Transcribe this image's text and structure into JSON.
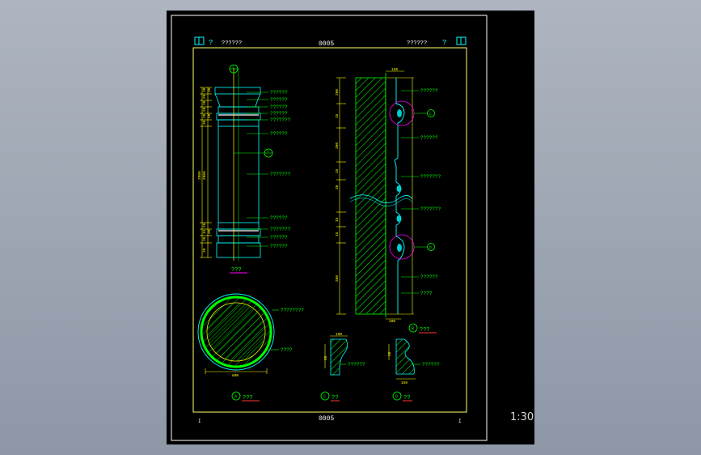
{
  "drawing": {
    "sheet_code": "0005",
    "header_left": "??????",
    "header_right": "??????",
    "header_q": "?",
    "scale": "1:30",
    "page_mark_left": "I",
    "page_mark_right": "I",
    "colors": {
      "sheet": "#000000",
      "border": "#ffffff",
      "frame": "#ffff66",
      "outline": "#00ffff",
      "dims": "#ffff00",
      "labels": "#00ff00",
      "hatch": "#00ff00",
      "markers": "#ff00ff",
      "underline": "#ff3333"
    }
  },
  "column_elevation": {
    "title": "???",
    "marker_1": "1",
    "marker_2": "2",
    "dims": [
      "30",
      "20",
      "30",
      "20",
      "20",
      "30",
      "30",
      "20",
      "2000",
      "2800",
      "20",
      "15",
      "30",
      "20",
      "38"
    ],
    "labels": [
      "??????",
      "??????",
      "??????",
      "??????",
      "???????",
      "??????",
      "???????",
      "??????",
      "???????",
      "??????",
      "??????"
    ]
  },
  "wall_section": {
    "title": "???",
    "marker": "B",
    "top_dim": "150",
    "bottom_dim": "200",
    "detail_marker_1": "C",
    "detail_marker_2": "D",
    "dims": [
      "200",
      "15",
      "300",
      "15",
      "30",
      "15",
      "15",
      "300"
    ],
    "labels": [
      "??????",
      "??????",
      "???????",
      "???????",
      "??????",
      "????"
    ]
  },
  "plan_section": {
    "title": "???",
    "marker": "A",
    "dim": "800",
    "labels": [
      "????????",
      "????"
    ]
  },
  "detail_c": {
    "title": "??",
    "marker": "C",
    "dim_top": "100",
    "dim_side": "80",
    "label": "??????"
  },
  "detail_d": {
    "title": "??",
    "marker": "D",
    "dim_bottom": "150",
    "dim_side": "50",
    "label": "??????"
  }
}
